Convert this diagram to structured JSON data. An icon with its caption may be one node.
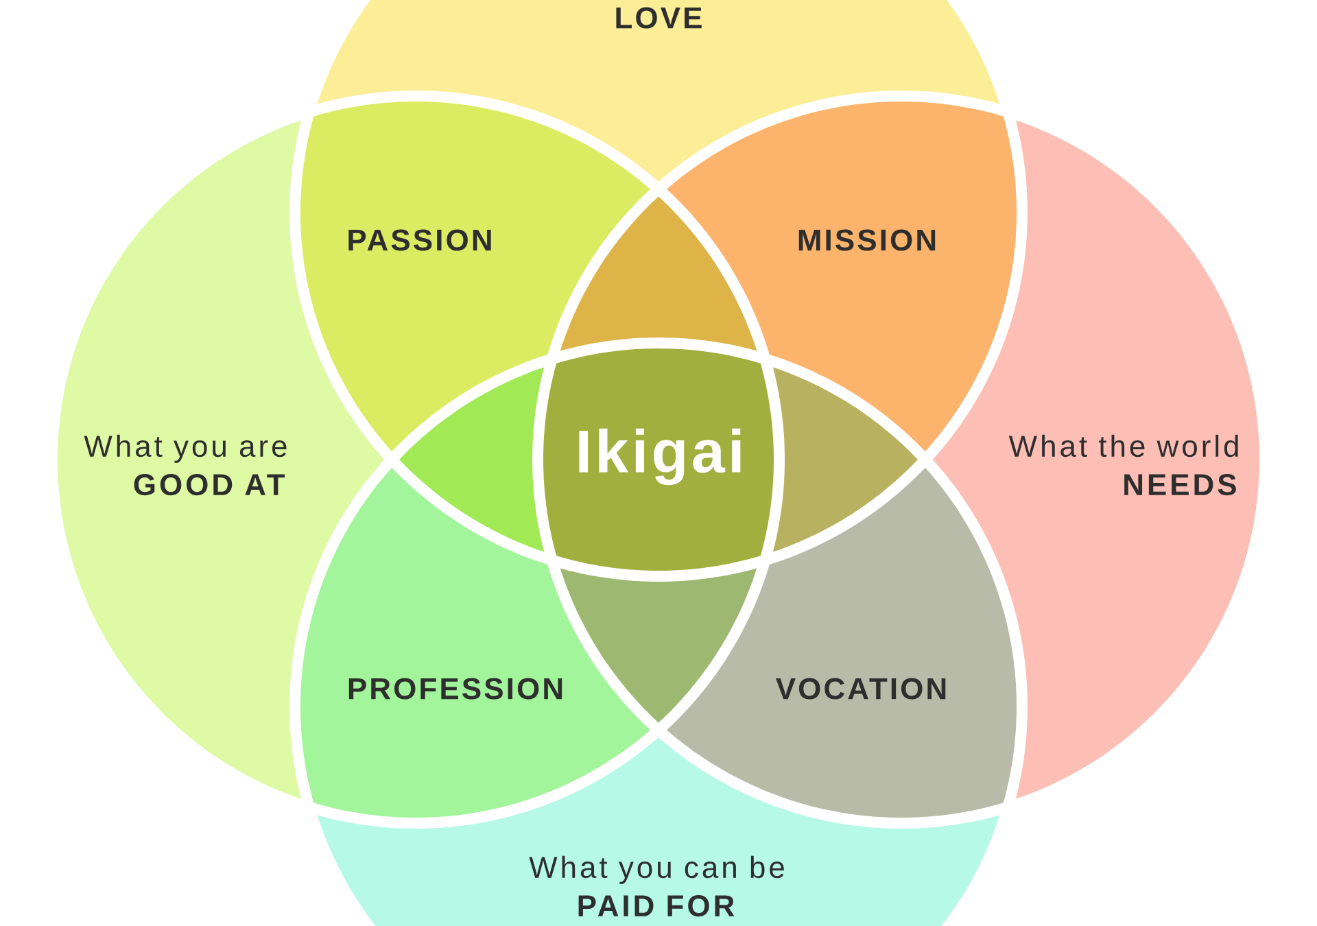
{
  "diagram": {
    "nodes": [
      {
        "text": [
          "LOVE"
        ]
      },
      {
        "text": [
          "PASSION"
        ]
      },
      {
        "text": [],
        "shape": "triangle"
      },
      {
        "text": [
          "MISSION"
        ]
      },
      {
        "text": [
          "What you are **GOOD AT**"
        ]
      },
      {
        "text": [],
        "shape": "triangle"
      },
      {
        "text": [
          "Ikigai"
        ]
      },
      {
        "text": [],
        "shape": "triangle"
      },
      {
        "text": [
          "What the world **NEEDS**"
        ]
      },
      {
        "text": [
          "PROFESSION"
        ]
      },
      {
        "text": [],
        "shape": "triangle"
      },
      {
        "text": [
          "VOCATION"
        ]
      },
      {
        "text": [
          "What you can be **PAID FOR**"
        ]
      }
    ]
  }
}
